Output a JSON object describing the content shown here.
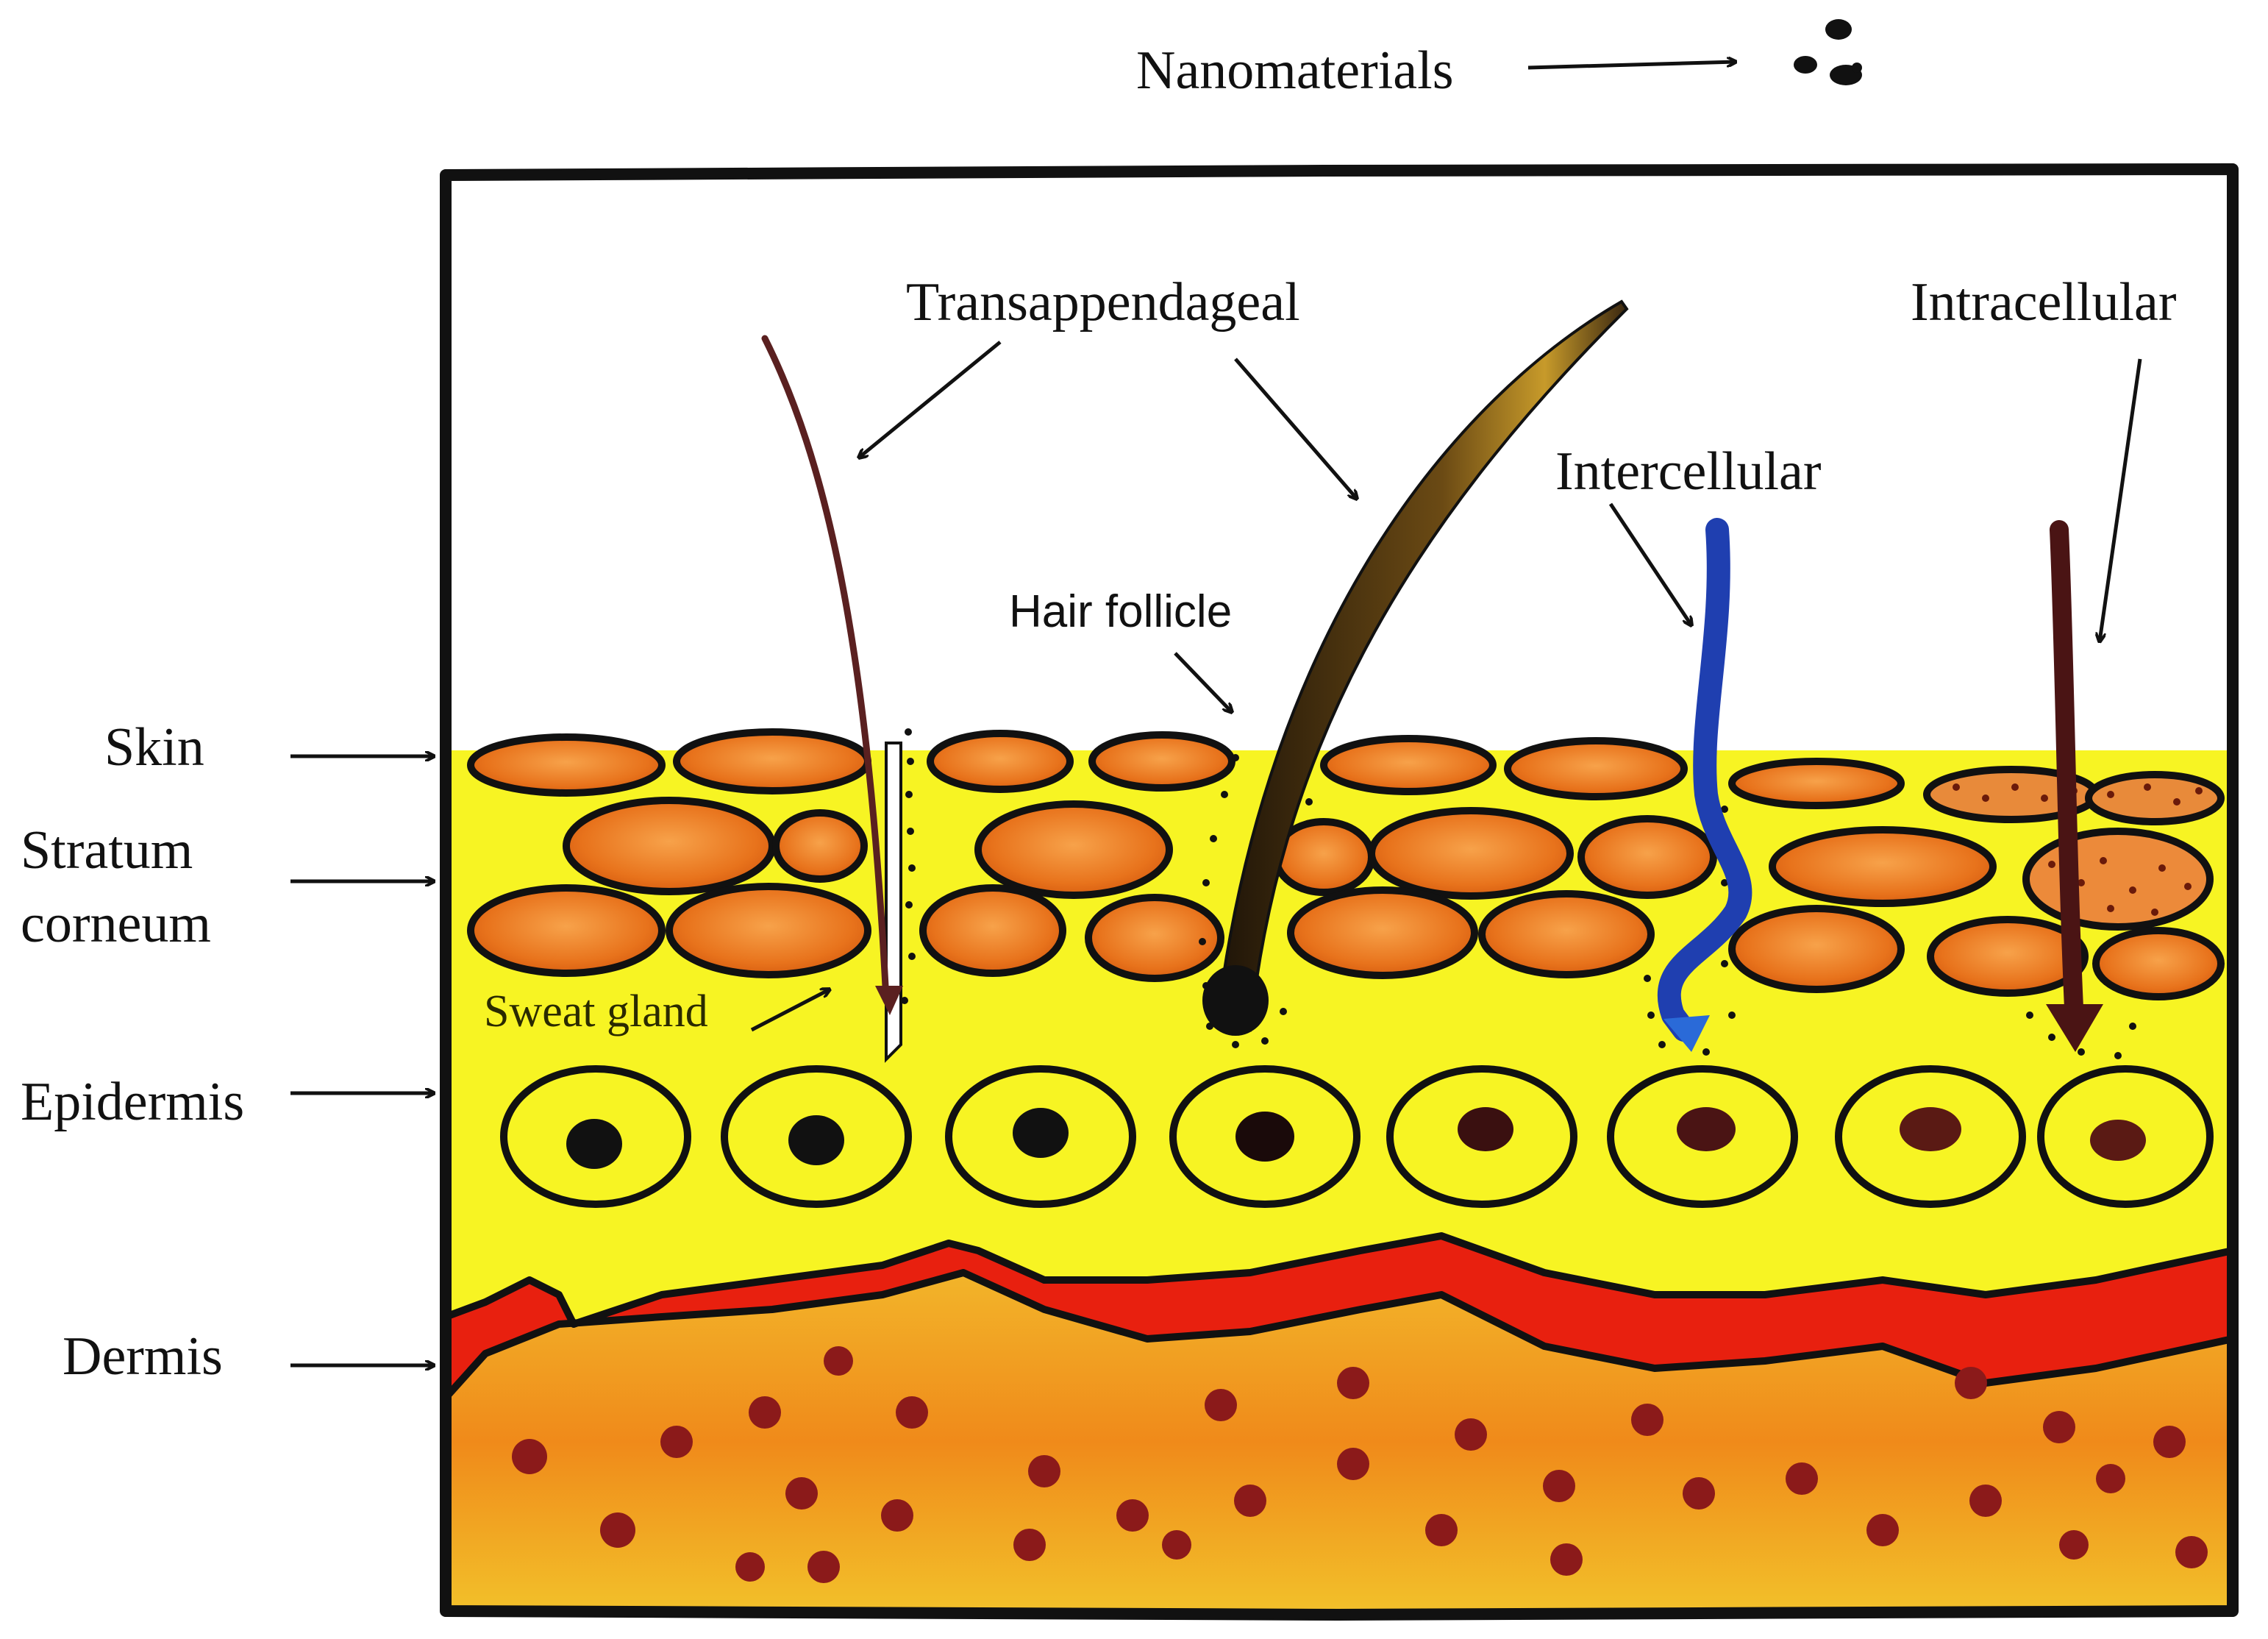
{
  "labels": {
    "nanomaterials": "Nanomaterials",
    "transappendageal": "Transappendageal",
    "intracellular": "Intracellular",
    "intercellular": "Intercellular",
    "hair_follicle": "Hair follicle",
    "sweat_gland": "Sweat gland",
    "skin": "Skin",
    "stratum_line1": "Stratum",
    "stratum_line2": "corneum",
    "epidermis": "Epidermis",
    "dermis": "Dermis"
  },
  "colors": {
    "outline": "#111111",
    "skin_cell": "#e8731c",
    "skin_cell_highlight": "#f5a25a",
    "epidermis_fill": "#f7f423",
    "dermis_band": "#e8200f",
    "dermis_fill": "#f09a1c",
    "dermis_dots": "#8b1a1a",
    "hair": "#3a2710",
    "hair_highlight": "#c79a2a",
    "intercellular_path": "#1f3fb0",
    "intracellular_path": "#4a1414",
    "sweat_gland_duct": "#5a2020"
  }
}
